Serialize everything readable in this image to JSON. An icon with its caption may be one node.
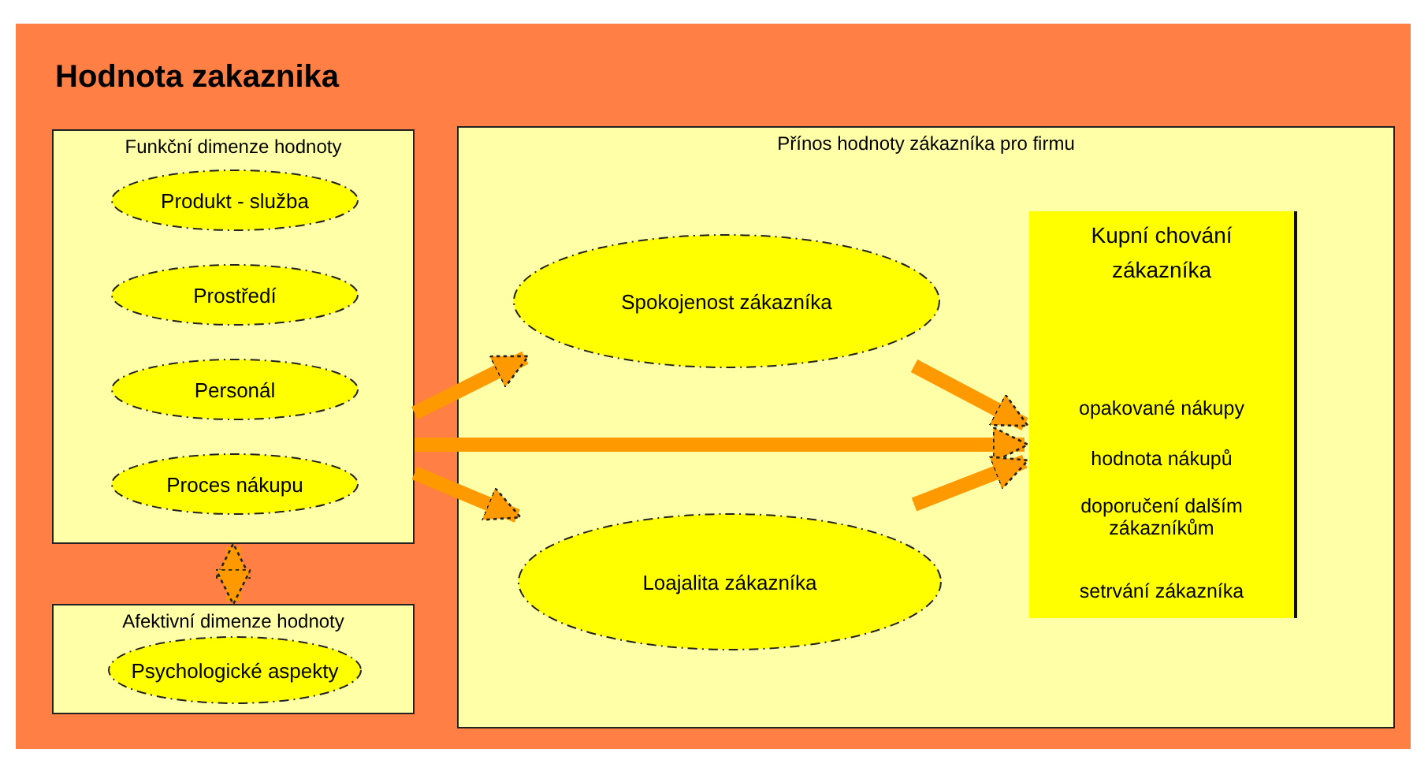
{
  "diagram": {
    "title": "Hodnota zakaznika",
    "nodes": [
      {
        "text": [
          "Funkční dimenze hodnoty"
        ]
      },
      {
        "text": [
          "Produkt - služba"
        ],
        "in": 0
      },
      {
        "text": [
          "Prostředí"
        ],
        "in": 0
      },
      {
        "text": [
          "Personál"
        ],
        "in": 0
      },
      {
        "text": [
          "Proces nákupu"
        ],
        "in": 0
      },
      {
        "text": [
          "Afektivní dimenze hodnoty"
        ]
      },
      {
        "text": [
          "Psychologické aspekty"
        ],
        "in": 5
      },
      {
        "text": [
          "Přínos hodnoty zákazníka pro firmu"
        ]
      },
      {
        "text": [
          "Spokojenost zákazníka"
        ],
        "in": 7
      },
      {
        "text": [
          "Loajalita zákazníka"
        ],
        "in": 7
      },
      {
        "text": [
          "Kupní chování zákazníka",
          "opakované nákupy",
          "hodnota nákupů",
          "doporučení dalším zákazníkům",
          "setrvání zákazníka"
        ],
        "in": 7
      }
    ],
    "edges": [
      {
        "from": 0,
        "to": 5,
        "arrow": "both"
      },
      {
        "from": 0,
        "to": 8,
        "arrow": "to"
      },
      {
        "from": 0,
        "to": 10,
        "arrow": "to"
      },
      {
        "from": 0,
        "to": 9,
        "arrow": "to"
      },
      {
        "from": 8,
        "to": 10,
        "arrow": "to"
      },
      {
        "from": 9,
        "to": 10,
        "arrow": "to"
      }
    ]
  }
}
